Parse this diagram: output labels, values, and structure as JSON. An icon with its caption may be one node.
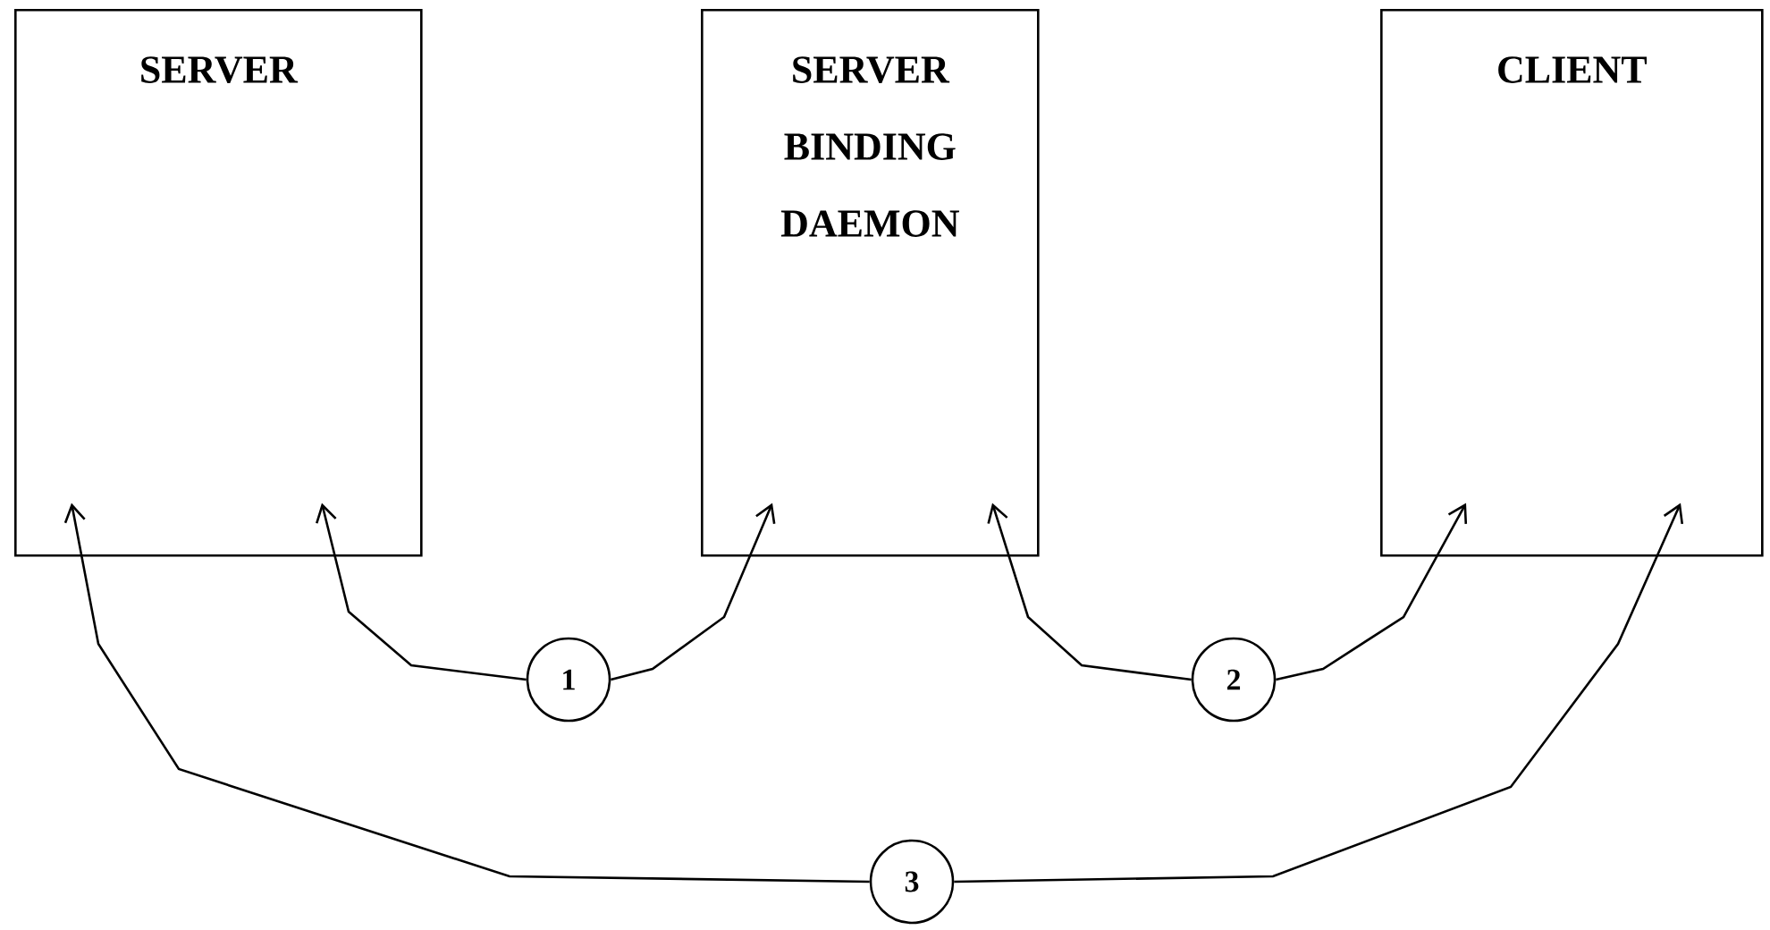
{
  "diagram": {
    "nodes": [
      {
        "text": [
          "SERVER"
        ]
      },
      {
        "text": [
          "SERVER BINDING DAEMON"
        ]
      },
      {
        "text": [
          "CLIENT"
        ]
      },
      {
        "text": [
          "1"
        ]
      },
      {
        "text": [
          "2"
        ]
      },
      {
        "text": [
          "3"
        ]
      }
    ],
    "edges": [
      {
        "from": 3,
        "to": 0,
        "arrow": "to"
      },
      {
        "from": 3,
        "to": 1,
        "arrow": "to"
      },
      {
        "from": 4,
        "to": 1,
        "arrow": "to"
      },
      {
        "from": 4,
        "to": 2,
        "arrow": "to"
      },
      {
        "from": 5,
        "to": 0,
        "arrow": "to"
      },
      {
        "from": 5,
        "to": 2,
        "arrow": "to"
      }
    ]
  }
}
